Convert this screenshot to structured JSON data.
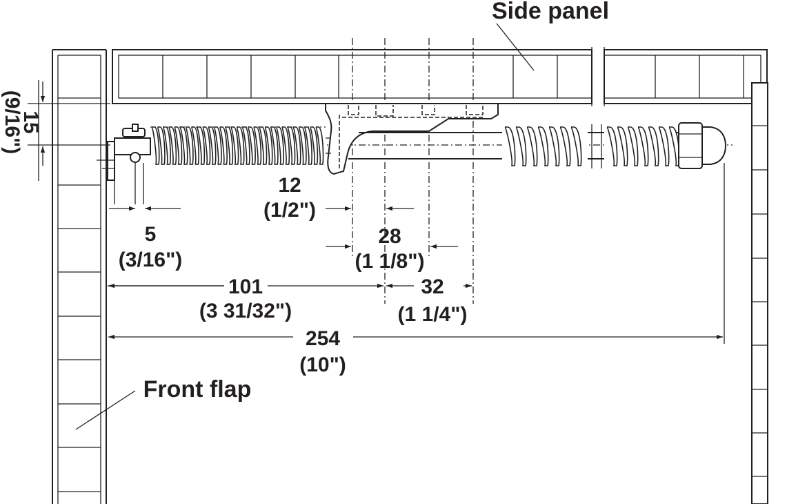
{
  "labels": {
    "side_panel": "Side panel",
    "front_flap": "Front flap"
  },
  "dimensions": {
    "d15_mm": "15",
    "d15_in": "(9/16\")",
    "d12_mm": "12",
    "d12_in": "(1/2\")",
    "d5_mm": "5",
    "d5_in": "(3/16\")",
    "d28_mm": "28",
    "d28_in": "(1 1/8\")",
    "d101_mm": "101",
    "d101_in": "(3 31/32\")",
    "d32_mm": "32",
    "d32_in": "(1 1/4\")",
    "d254_mm": "254",
    "d254_in": "(10\")"
  },
  "colors": {
    "ink": "#231f20",
    "background": "#ffffff"
  }
}
